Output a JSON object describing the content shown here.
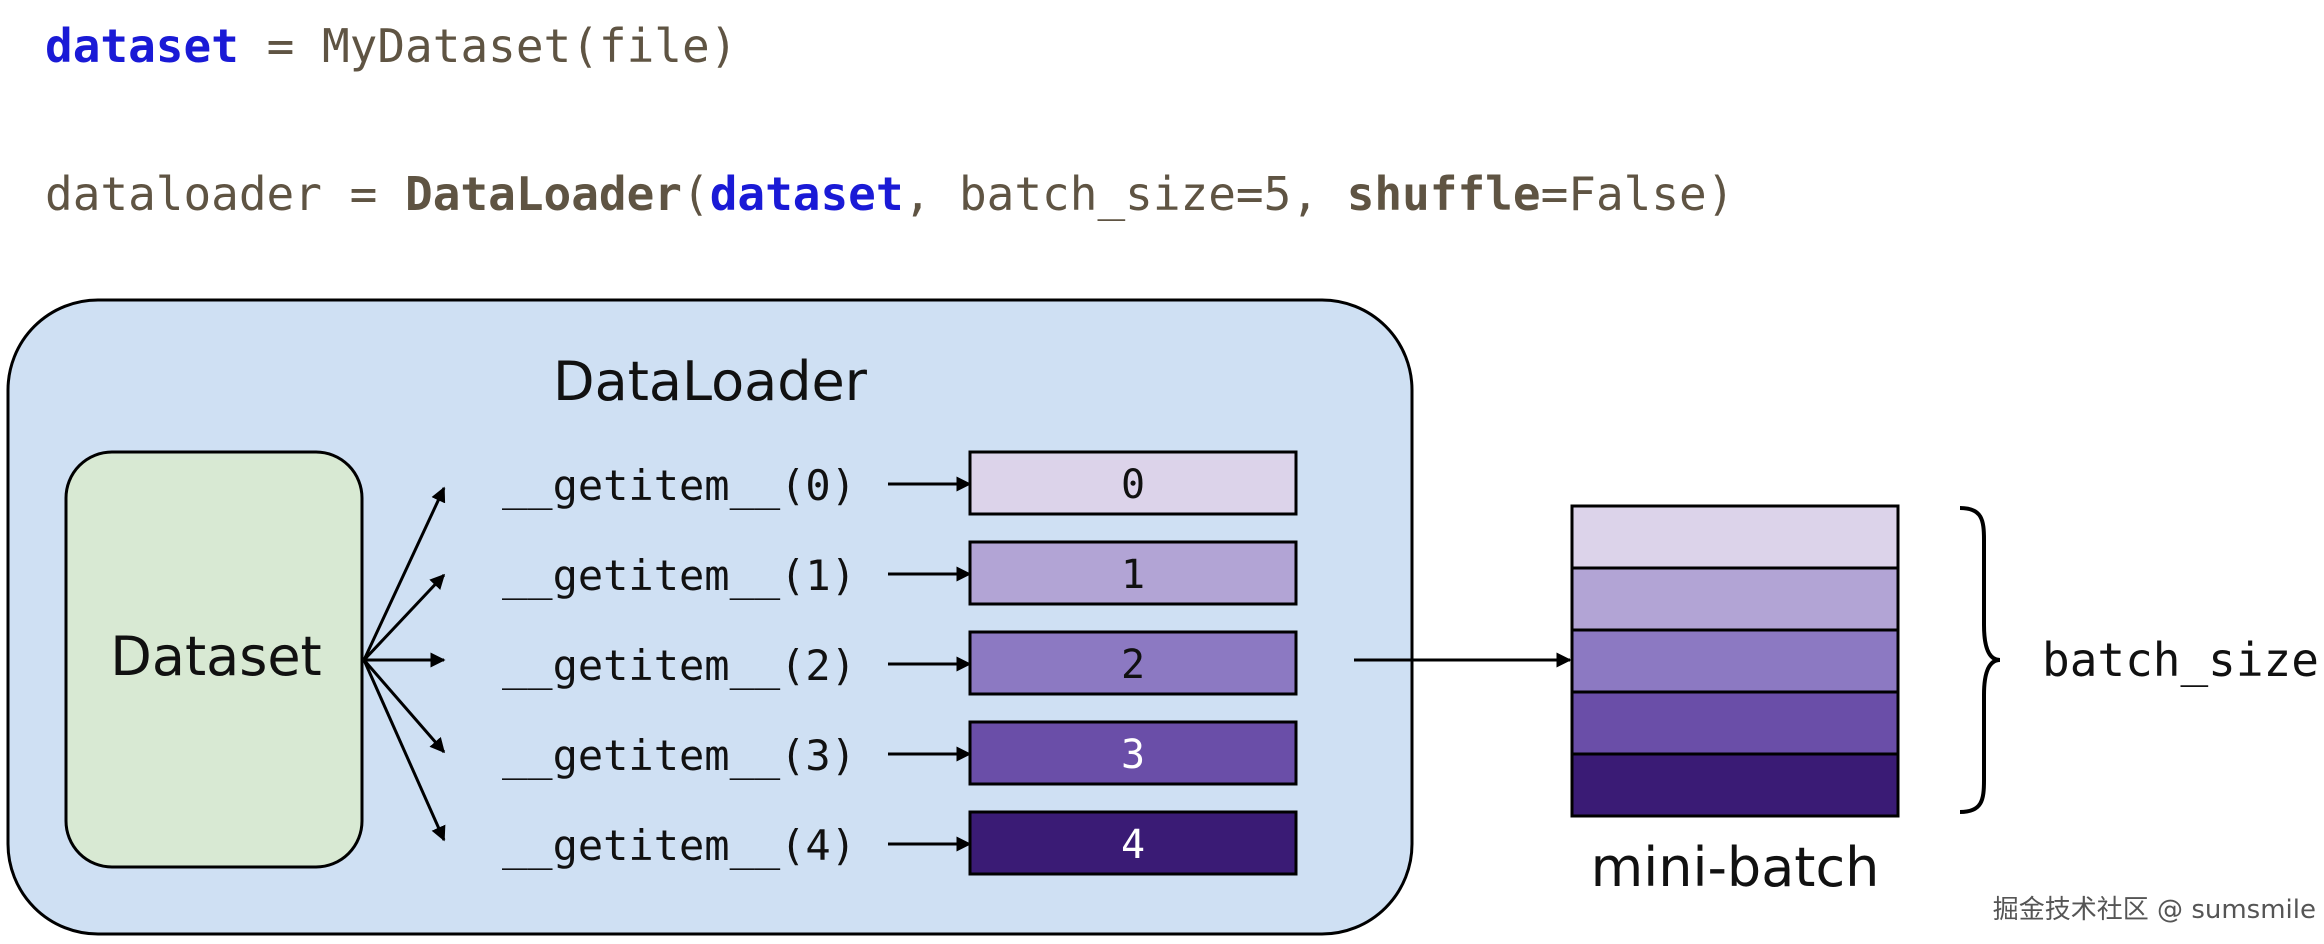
{
  "code": {
    "line1": {
      "var": "dataset",
      "op": " = ",
      "call": "MyDataset(file)"
    },
    "line2": {
      "var": "dataloader",
      "op": " = ",
      "fn": "DataLoader",
      "open": "(",
      "arg1": "dataset",
      "mid": ", batch_size=5, ",
      "kw": "shuffle",
      "tail": "=False)"
    }
  },
  "diagram": {
    "container_label": "DataLoader",
    "dataset_label": "Dataset",
    "calls": [
      "__getitem__(0)",
      "__getitem__(1)",
      "__getitem__(2)",
      "__getitem__(3)",
      "__getitem__(4)"
    ],
    "items": [
      "0",
      "1",
      "2",
      "3",
      "4"
    ],
    "minibatch_label": "mini-batch",
    "brace_label": "batch_size"
  },
  "colors": {
    "keyword_blue": "#1a1ad6",
    "code_brown": "#5f5443",
    "container_fill": "#cfe0f3",
    "dataset_fill": "#d8e9d3",
    "shades": [
      "#dcd3ea",
      "#b2a4d5",
      "#8c79c2",
      "#6a4ea8",
      "#3a1b75"
    ]
  },
  "watermark": "掘金技术社区 @ sumsmile"
}
